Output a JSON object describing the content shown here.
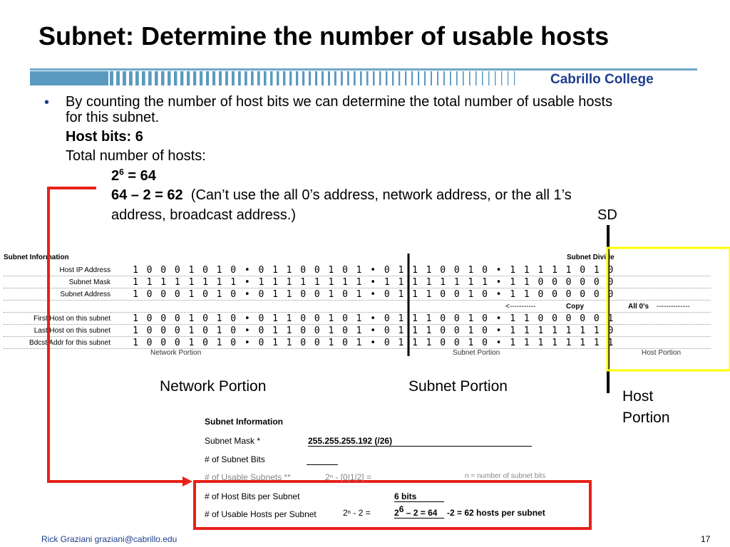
{
  "title": "Subnet: Determine the number of usable hosts",
  "brand": "Cabrillo College",
  "bullet": {
    "line1": "By counting the number of host bits we can determine the total number of usable hosts",
    "line2": "for this subnet.",
    "host_bits": "Host bits: 6",
    "total_hosts": "Total number of hosts:",
    "power_base": "2",
    "power_exp": "6",
    "power_result": " = 64",
    "calc": "64 – 2 = 62",
    "note1": "(Can’t use the all 0’s address, network address, or the all 1’s",
    "note2": "address, broadcast address.)"
  },
  "sd_label": "SD",
  "table": {
    "header_left": "Subnet Information",
    "header_right": "Subnet Divide",
    "rows": [
      {
        "label": "Host IP Address",
        "bits": "10001010011001010111001011111010"
      },
      {
        "label": "Subnet Mask",
        "bits": "11111111111111111111111111000000"
      },
      {
        "label": "Subnet Address",
        "bits": "10001010011001010111001011000000"
      },
      {
        "label": "",
        "bits": ""
      },
      {
        "label": "First Host on this subnet",
        "bits": "10001010011001010111001011000001"
      },
      {
        "label": "Last Host on this subnet",
        "bits": "10001010011001010111001011111110"
      },
      {
        "label": "Bdcst Addr for this subnet",
        "bits": "10001010011001010111001011111111"
      }
    ],
    "copy_row": {
      "arrow": "<-----------",
      "copy": "Copy",
      "zeros": "All 0's",
      "dashes": "--------------"
    },
    "footer_network": "Network Portion",
    "footer_subnet": "Subnet Portion",
    "footer_host": "Host Portion"
  },
  "labels": {
    "network": "Network Portion",
    "subnet": "Subnet Portion",
    "host_line1": "Host",
    "host_line2": "Portion"
  },
  "info": {
    "heading": "Subnet Information",
    "mask_label": "Subnet Mask *",
    "mask_value": "255.255.255.192 (/26)",
    "subnet_bits_label": "# of Subnet Bits",
    "usable_subnets_label": "# of Usable Subnets **",
    "usable_subnets_formula": "2ⁿ - [0|1|2] =",
    "usable_subnets_note": "n = number of subnet bits",
    "host_bits_label": "# of Host Bits per Subnet",
    "host_bits_value": "6 bits",
    "usable_hosts_label": "# of Usable Hosts per Subnet",
    "usable_hosts_formula": "2ⁿ - 2 =",
    "usable_hosts_value_base": "2",
    "usable_hosts_value_exp": "6",
    "usable_hosts_value_rest": " – 2 = 64",
    "usable_hosts_result": "-2 = 62 hosts per subnet"
  },
  "footer": {
    "author": "Rick Graziani  graziani@cabrillo.edu",
    "page": "17"
  },
  "colors": {
    "accent": "#1f3d8c",
    "highlight_red": "#e8211a",
    "highlight_yellow": "#ffff00"
  }
}
